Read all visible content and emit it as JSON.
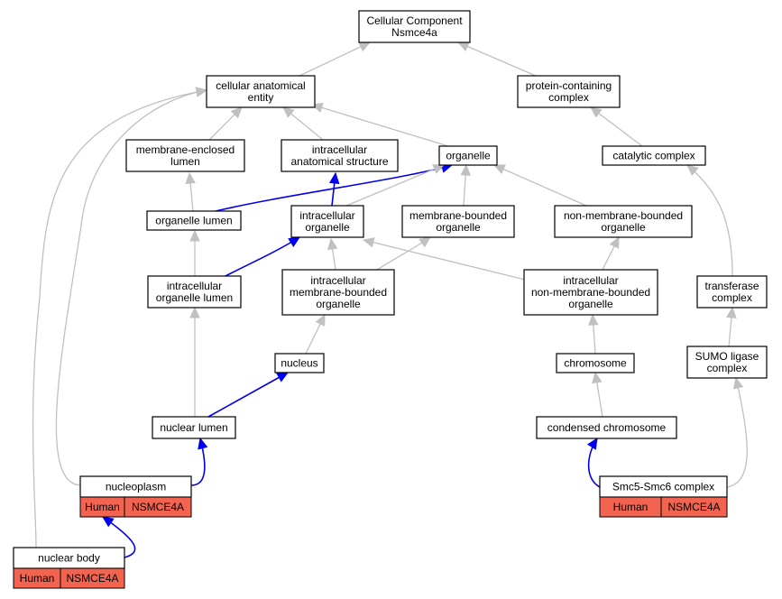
{
  "graph": {
    "nodes": [
      {
        "id": "cellular_component",
        "lines": [
          "Cellular Component",
          "Nsmce4a"
        ]
      },
      {
        "id": "cellular_anatomical_entity",
        "lines": [
          "cellular anatomical",
          "entity"
        ]
      },
      {
        "id": "protein_containing_complex",
        "lines": [
          "protein-containing",
          "complex"
        ]
      },
      {
        "id": "membrane_enclosed_lumen",
        "lines": [
          "membrane-enclosed",
          "lumen"
        ]
      },
      {
        "id": "intracellular_anatomical_structure",
        "lines": [
          "intracellular",
          "anatomical structure"
        ]
      },
      {
        "id": "organelle",
        "lines": [
          "organelle"
        ]
      },
      {
        "id": "catalytic_complex",
        "lines": [
          "catalytic complex"
        ]
      },
      {
        "id": "organelle_lumen",
        "lines": [
          "organelle lumen"
        ]
      },
      {
        "id": "intracellular_organelle",
        "lines": [
          "intracellular",
          "organelle"
        ]
      },
      {
        "id": "membrane_bounded_organelle",
        "lines": [
          "membrane-bounded",
          "organelle"
        ]
      },
      {
        "id": "non_membrane_bounded_organelle",
        "lines": [
          "non-membrane-bounded",
          "organelle"
        ]
      },
      {
        "id": "intracellular_organelle_lumen",
        "lines": [
          "intracellular",
          "organelle lumen"
        ]
      },
      {
        "id": "intracellular_membrane_bounded_organelle",
        "lines": [
          "intracellular",
          "membrane-bounded",
          "organelle"
        ]
      },
      {
        "id": "intracellular_non_membrane_bounded_organelle",
        "lines": [
          "intracellular",
          "non-membrane-bounded",
          "organelle"
        ]
      },
      {
        "id": "transferase_complex",
        "lines": [
          "transferase",
          "complex"
        ]
      },
      {
        "id": "nucleus",
        "lines": [
          "nucleus"
        ]
      },
      {
        "id": "chromosome",
        "lines": [
          "chromosome"
        ]
      },
      {
        "id": "sumo_ligase_complex",
        "lines": [
          "SUMO ligase",
          "complex"
        ]
      },
      {
        "id": "nuclear_lumen",
        "lines": [
          "nuclear lumen"
        ]
      },
      {
        "id": "condensed_chromosome",
        "lines": [
          "condensed chromosome"
        ]
      },
      {
        "id": "nucleoplasm",
        "lines": [
          "nucleoplasm"
        ],
        "annotation": [
          "Human",
          "NSMCE4A"
        ]
      },
      {
        "id": "smc5_smc6_complex",
        "lines": [
          "Smc5-Smc6 complex"
        ],
        "annotation": [
          "Human",
          "NSMCE4A"
        ]
      },
      {
        "id": "nuclear_body",
        "lines": [
          "nuclear body"
        ],
        "annotation": [
          "Human",
          "NSMCE4A"
        ]
      }
    ],
    "edges": [
      {
        "from": "cellular_anatomical_entity",
        "to": "cellular_component",
        "relation": "is_a"
      },
      {
        "from": "protein_containing_complex",
        "to": "cellular_component",
        "relation": "is_a"
      },
      {
        "from": "membrane_enclosed_lumen",
        "to": "cellular_anatomical_entity",
        "relation": "is_a"
      },
      {
        "from": "intracellular_anatomical_structure",
        "to": "cellular_anatomical_entity",
        "relation": "is_a"
      },
      {
        "from": "organelle",
        "to": "cellular_anatomical_entity",
        "relation": "is_a"
      },
      {
        "from": "catalytic_complex",
        "to": "protein_containing_complex",
        "relation": "is_a"
      },
      {
        "from": "organelle_lumen",
        "to": "membrane_enclosed_lumen",
        "relation": "is_a"
      },
      {
        "from": "organelle_lumen",
        "to": "organelle",
        "relation": "part_of"
      },
      {
        "from": "intracellular_organelle",
        "to": "organelle",
        "relation": "is_a"
      },
      {
        "from": "intracellular_organelle",
        "to": "intracellular_anatomical_structure",
        "relation": "part_of"
      },
      {
        "from": "membrane_bounded_organelle",
        "to": "organelle",
        "relation": "is_a"
      },
      {
        "from": "non_membrane_bounded_organelle",
        "to": "organelle",
        "relation": "is_a"
      },
      {
        "from": "intracellular_organelle_lumen",
        "to": "organelle_lumen",
        "relation": "is_a"
      },
      {
        "from": "intracellular_organelle_lumen",
        "to": "intracellular_organelle",
        "relation": "part_of"
      },
      {
        "from": "intracellular_membrane_bounded_organelle",
        "to": "intracellular_organelle",
        "relation": "is_a"
      },
      {
        "from": "intracellular_membrane_bounded_organelle",
        "to": "membrane_bounded_organelle",
        "relation": "is_a"
      },
      {
        "from": "intracellular_non_membrane_bounded_organelle",
        "to": "intracellular_organelle",
        "relation": "is_a"
      },
      {
        "from": "intracellular_non_membrane_bounded_organelle",
        "to": "non_membrane_bounded_organelle",
        "relation": "is_a"
      },
      {
        "from": "transferase_complex",
        "to": "catalytic_complex",
        "relation": "is_a"
      },
      {
        "from": "nucleus",
        "to": "intracellular_membrane_bounded_organelle",
        "relation": "is_a"
      },
      {
        "from": "chromosome",
        "to": "intracellular_non_membrane_bounded_organelle",
        "relation": "is_a"
      },
      {
        "from": "sumo_ligase_complex",
        "to": "transferase_complex",
        "relation": "is_a"
      },
      {
        "from": "nuclear_lumen",
        "to": "intracellular_organelle_lumen",
        "relation": "is_a"
      },
      {
        "from": "nuclear_lumen",
        "to": "nucleus",
        "relation": "part_of"
      },
      {
        "from": "condensed_chromosome",
        "to": "chromosome",
        "relation": "is_a"
      },
      {
        "from": "nucleoplasm",
        "to": "nuclear_lumen",
        "relation": "part_of"
      },
      {
        "from": "nucleoplasm",
        "to": "cellular_anatomical_entity",
        "relation": "is_a"
      },
      {
        "from": "smc5_smc6_complex",
        "to": "condensed_chromosome",
        "relation": "part_of"
      },
      {
        "from": "smc5_smc6_complex",
        "to": "sumo_ligase_complex",
        "relation": "is_a"
      },
      {
        "from": "nuclear_body",
        "to": "nucleoplasm",
        "relation": "part_of"
      },
      {
        "from": "nuclear_body",
        "to": "cellular_anatomical_entity",
        "relation": "is_a"
      }
    ]
  },
  "colors": {
    "is_a_edge": "#c0c0c0",
    "part_of_edge": "#0000ee",
    "annotation_fill": "#f26450",
    "node_border": "#000000",
    "node_fill": "#ffffff"
  }
}
